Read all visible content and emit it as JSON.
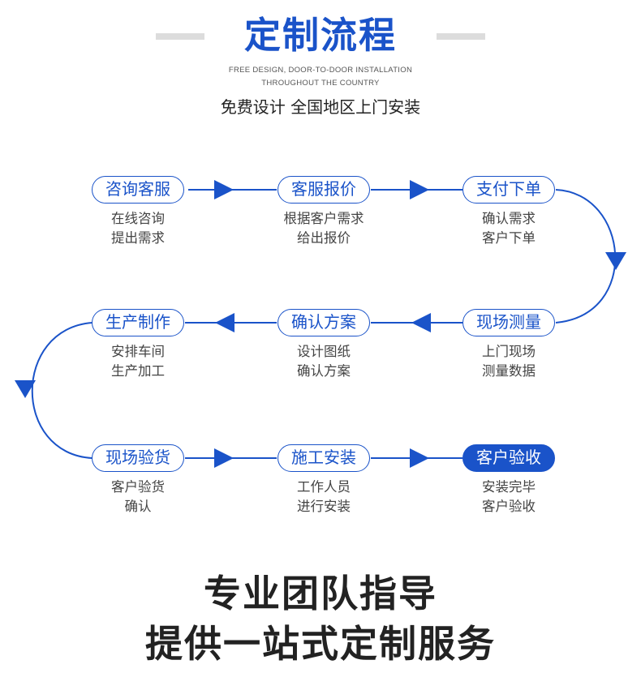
{
  "header": {
    "title": "定制流程",
    "subtitle_en_line1": "FREE DESIGN, DOOR-TO-DOOR INSTALLATION",
    "subtitle_en_line2": "THROUGHOUT THE COUNTRY",
    "tagline": "免费设计 全国地区上门安装"
  },
  "steps": [
    {
      "title": "咨询客服",
      "desc1": "在线咨询",
      "desc2": "提出需求"
    },
    {
      "title": "客服报价",
      "desc1": "根据客户需求",
      "desc2": "给出报价"
    },
    {
      "title": "支付下单",
      "desc1": "确认需求",
      "desc2": "客户下单"
    },
    {
      "title": "现场测量",
      "desc1": "上门现场",
      "desc2": "测量数据"
    },
    {
      "title": "确认方案",
      "desc1": "设计图纸",
      "desc2": "确认方案"
    },
    {
      "title": "生产制作",
      "desc1": "安排车间",
      "desc2": "生产加工"
    },
    {
      "title": "现场验货",
      "desc1": "客户验货",
      "desc2": "确认"
    },
    {
      "title": "施工安装",
      "desc1": "工作人员",
      "desc2": "进行安装"
    },
    {
      "title": "客户验收",
      "desc1": "安装完毕",
      "desc2": "客户验收"
    }
  ],
  "slogan": {
    "line1": "专业团队指导",
    "line2": "提供一站式定制服务"
  },
  "colors": {
    "accent": "#1a53c9",
    "text": "#333333",
    "title_bar": "#dcdcdc"
  }
}
